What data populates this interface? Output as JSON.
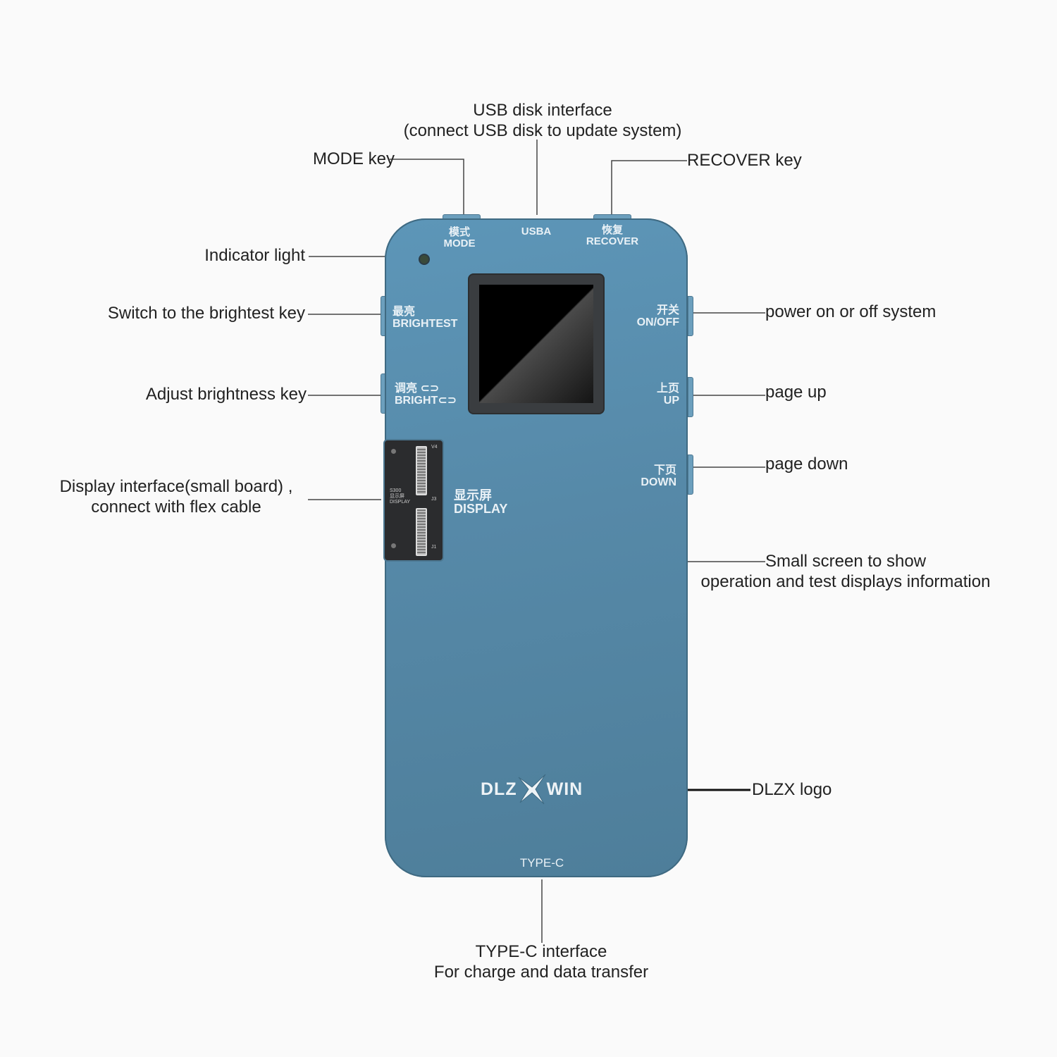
{
  "callouts": {
    "usb_disk": [
      "USB disk interface",
      "(connect USB disk to update system)"
    ],
    "mode_key": "MODE key",
    "recover_key": "RECOVER key",
    "indicator_light": "Indicator light",
    "brightest_key": "Switch to the brightest key",
    "adjust_brightness": "Adjust brightness key",
    "display_interface": [
      "Display interface(small board) ,",
      "connect with flex cable"
    ],
    "power": "power on or off system",
    "page_up": "page up",
    "page_down": "page down",
    "small_screen": [
      "Small screen to show",
      "operation and test displays information"
    ],
    "logo": "DLZX logo",
    "type_c": [
      "TYPE-C interface",
      "For charge and data transfer"
    ]
  },
  "device": {
    "mode": [
      "模式",
      "MODE"
    ],
    "usba": "USBA",
    "recover": [
      "恢复",
      "RECOVER"
    ],
    "brightest": [
      "最亮",
      "BRIGHTEST"
    ],
    "bright": [
      "调亮 ⊂⊃",
      "BRIGHT⊂⊃"
    ],
    "onoff": [
      "开关",
      "ON/OFF"
    ],
    "up": [
      "上页",
      "UP"
    ],
    "down": [
      "下页",
      "DOWN"
    ],
    "display": [
      "显示屏",
      "DISPLAY"
    ],
    "board": {
      "model": [
        "S300",
        "显示屏",
        "DISPLAY"
      ],
      "j_top": "V4",
      "j_mid": "J3",
      "j_bot": "J1"
    },
    "logo": {
      "left": "DLZ",
      "right": "WIN"
    },
    "typec": "TYPE-C",
    "colors": {
      "body": "#5689a8",
      "screen": "#000000",
      "leader": "#333333"
    }
  }
}
